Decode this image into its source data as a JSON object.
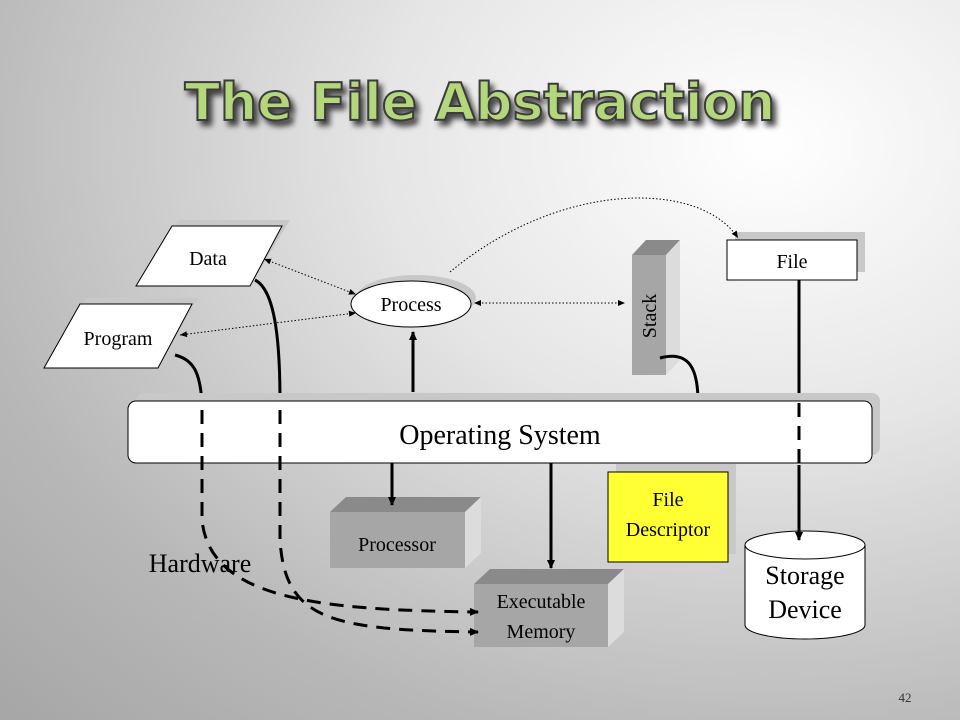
{
  "slide": {
    "title": "The File Abstraction",
    "page_number": "42"
  },
  "diagram": {
    "data_label": "Data",
    "program_label": "Program",
    "process_label": "Process",
    "stack_label": "Stack",
    "file_label": "File",
    "os_label": "Operating System",
    "processor_label": "Processor",
    "file_descriptor_line1": "File",
    "file_descriptor_line2": "Descriptor",
    "executable_memory_line1": "Executable",
    "executable_memory_line2": "Memory",
    "storage_device_line1": "Storage",
    "storage_device_line2": "Device",
    "hardware_label": "Hardware"
  },
  "colors": {
    "title_fill": "#b5d77c",
    "file_descriptor_fill": "#ffff33",
    "box_gray": "#a6a6a6"
  }
}
